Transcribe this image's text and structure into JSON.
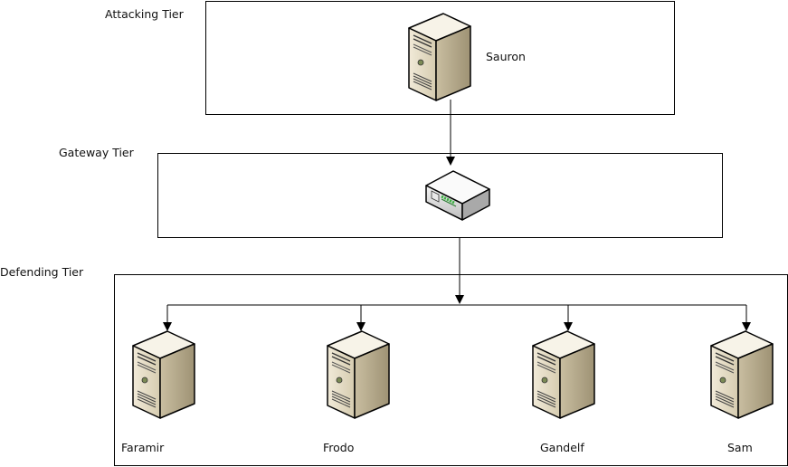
{
  "tiers": {
    "attacking": {
      "label": "Attacking Tier"
    },
    "gateway": {
      "label": "Gateway Tier"
    },
    "defending": {
      "label": "Defending Tier"
    }
  },
  "nodes": {
    "sauron": {
      "label": "Sauron",
      "icon": "server-icon"
    },
    "gateway": {
      "label": "",
      "icon": "router-icon"
    },
    "faramir": {
      "label": "Faramir",
      "icon": "server-icon"
    },
    "frodo": {
      "label": "Frodo",
      "icon": "server-icon"
    },
    "gandelf": {
      "label": "Gandelf",
      "icon": "server-icon"
    },
    "sam": {
      "label": "Sam",
      "icon": "server-icon"
    }
  },
  "colors": {
    "server_front": "#e4dbc4",
    "server_side": "#b9ad8e",
    "server_top": "#f4efe2",
    "router_body": "#d8d8d8",
    "router_lights": "#3cb043"
  }
}
